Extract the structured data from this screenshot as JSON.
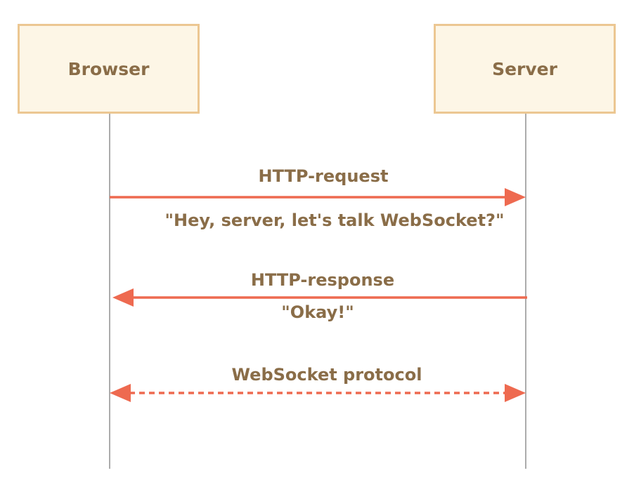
{
  "actors": {
    "browser": "Browser",
    "server": "Server"
  },
  "messages": {
    "request_label": "HTTP-request",
    "request_text": "\"Hey, server, let's talk WebSocket?\"",
    "response_label": "HTTP-response",
    "response_text": "\"Okay!\"",
    "protocol_label": "WebSocket protocol"
  },
  "colors": {
    "arrow": "#ee6a50",
    "lifeline": "#909090",
    "box_fill": "#fdf6e6",
    "box_border": "#ecc792",
    "text": "#8a6d48"
  }
}
